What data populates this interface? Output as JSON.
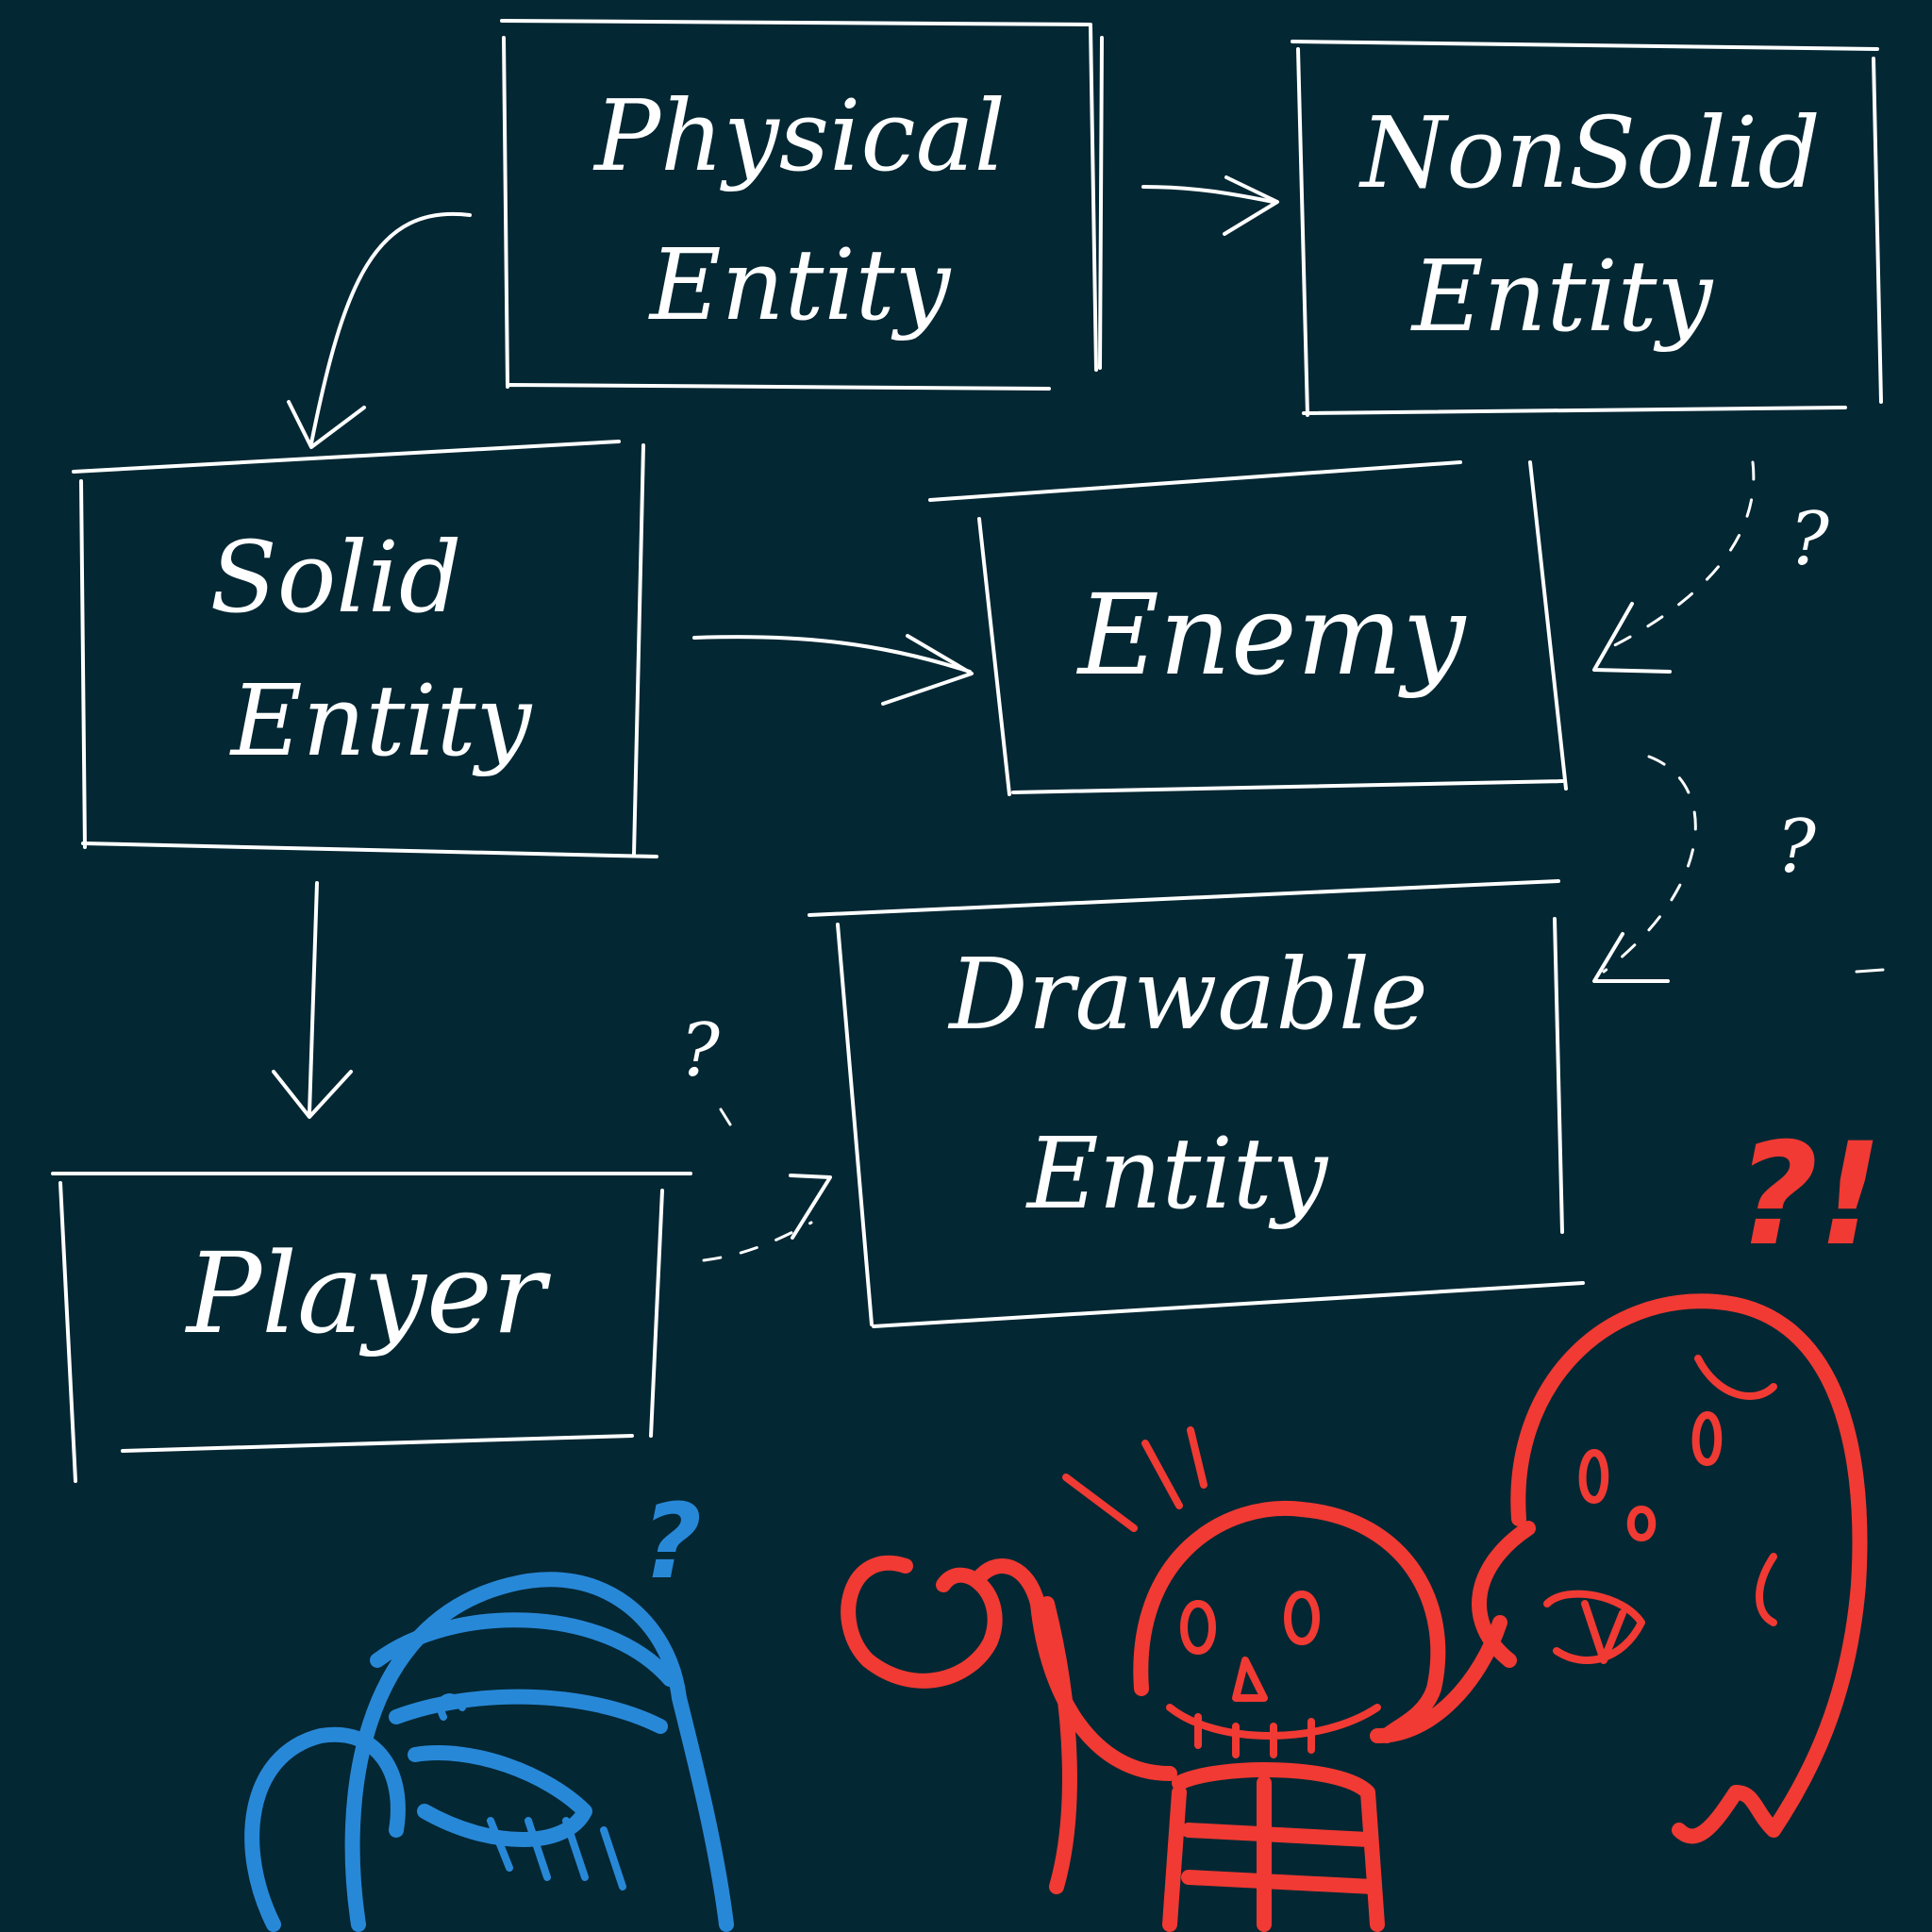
{
  "nodes": {
    "physical_entity": {
      "line1": "Physical",
      "line2": "Entity"
    },
    "nonsolid_entity": {
      "line1": "NonSolid",
      "line2": "Entity"
    },
    "solid_entity": {
      "line1": "Solid",
      "line2": "Entity"
    },
    "enemy": {
      "line1": "Enemy"
    },
    "player": {
      "line1": "Player"
    },
    "drawable_entity": {
      "line1": "Drawable",
      "line2": "Entity"
    }
  },
  "marks": {
    "question": "?",
    "exclaim_question": "?!"
  },
  "colors": {
    "background": "#032733",
    "chalk": "#ffffff",
    "blue_character": "#2888d8",
    "red_characters": "#f03a33"
  }
}
